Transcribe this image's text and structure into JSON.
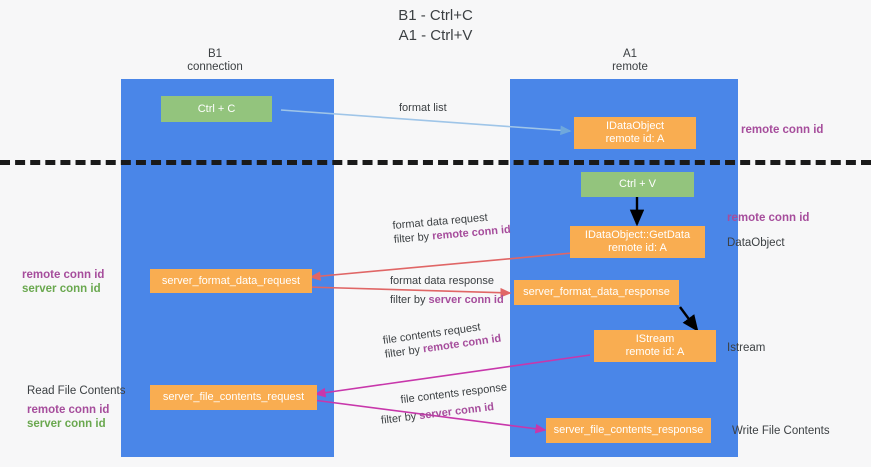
{
  "title": {
    "line1": "B1 - Ctrl+C",
    "line2": "A1 - Ctrl+V"
  },
  "columns": [
    {
      "id": "b1",
      "line1": "B1",
      "line2": "connection"
    },
    {
      "id": "a1",
      "line1": "A1",
      "line2": "remote"
    }
  ],
  "boxes": {
    "ctrl_c": "Ctrl + C",
    "idataobject": {
      "line1": "IDataObject",
      "line2": "remote id: A"
    },
    "ctrl_v": "Ctrl + V",
    "getdata": {
      "line1": "IDataObject::GetData",
      "line2": "remote id: A"
    },
    "server_format_data_request": "server_format_data_request",
    "server_format_data_response": "server_format_data_response",
    "istream": {
      "line1": "IStream",
      "line2": "remote id: A"
    },
    "server_file_contents_request": "server_file_contents_request",
    "server_file_contents_response": "server_file_contents_response"
  },
  "right_labels": {
    "remote_conn_id_top": "remote conn id",
    "remote_conn_id_mid": "remote conn id",
    "dataobject": "DataObject",
    "istream": "Istream",
    "write_file_contents": "Write File Contents"
  },
  "left_labels": {
    "remote_conn_id": "remote conn id",
    "server_conn_id": "server conn id",
    "read_file_contents": "Read File Contents",
    "remote_conn_id_2": "remote conn id",
    "server_conn_id_2": "server conn id"
  },
  "arrow_labels": {
    "format_list": "format list",
    "format_data_request": "format data request",
    "format_data_request_filter_prefix": "filter by ",
    "format_data_request_filter_key": "remote conn id",
    "format_data_response": "format data response",
    "format_data_response_filter_prefix": "filter by ",
    "format_data_response_filter_key": "server conn id",
    "file_contents_request": "file contents request",
    "file_contents_request_filter_prefix": "filter by ",
    "file_contents_request_filter_key": "remote conn id",
    "file_contents_response": "file contents response",
    "file_contents_response_filter_prefix": "filter by ",
    "file_contents_response_filter_key": "server conn id"
  },
  "colors": {
    "lane": "#4a86e8",
    "green_box": "#93c47d",
    "orange_box": "#f9ad51",
    "purple": "#a64d9c",
    "green_text": "#6aa84f",
    "light_blue_arrow": "#9fc5e8",
    "red_arrow": "#e06666",
    "magenta_arrow": "#c837ab",
    "black_arrow": "#000000",
    "divider": "#1a1a1a",
    "background": "#f7f7f8"
  }
}
